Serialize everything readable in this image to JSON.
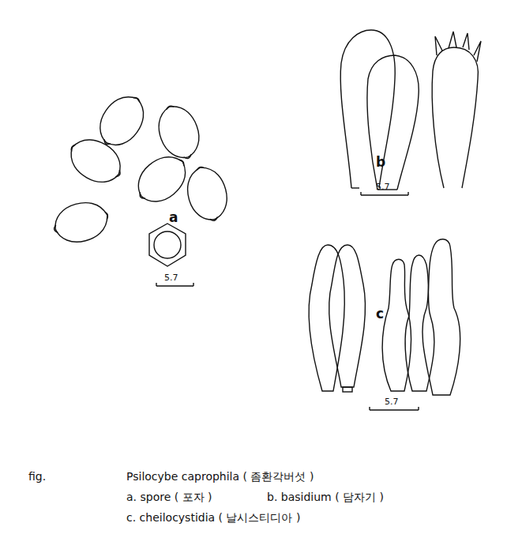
{
  "diagram": {
    "caption": "Psilocybe caprophila ( 좀환각버섯 )",
    "labels": [
      "a",
      "5.7",
      "b",
      "5.7",
      "c",
      "5.7",
      "fig.",
      "a. spore ( 포자 )",
      "b. basidium ( 담자기 )",
      "c. cheilocystidia ( 날시스티디아 )"
    ]
  }
}
